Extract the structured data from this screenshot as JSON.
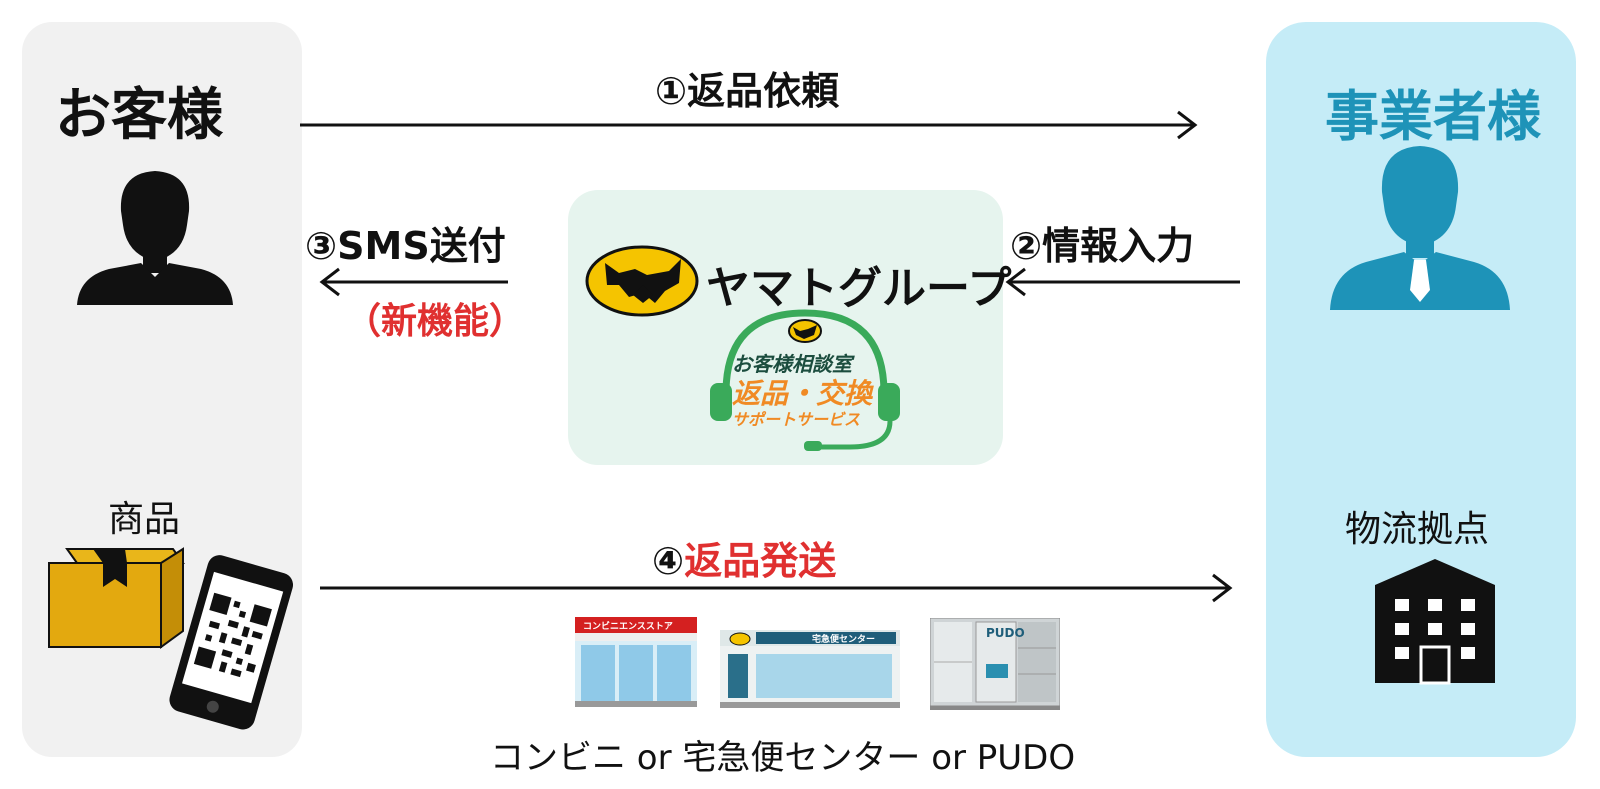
{
  "left": {
    "title": "お客様",
    "product_label": "商品"
  },
  "right": {
    "title": "事業者様",
    "hub_label": "物流拠点"
  },
  "steps": {
    "step1": "①返品依頼",
    "step2": "②情報入力",
    "step3": "③SMS送付",
    "step3_note": "（新機能）",
    "step4_num": "④",
    "step4_text": "返品発送"
  },
  "center": {
    "brand": "ヤマトグループ",
    "support_line1": "お客様相談室",
    "support_line2": "返品・交換",
    "support_line3": "サポートサービス"
  },
  "dropoff": {
    "caption": "コンビニ or 宅急便センター or PUDO",
    "store1_sign": "コンビニエンスストア",
    "store2_sign": "宅急便センター",
    "store3_sign": "PUDO"
  },
  "colors": {
    "business_accent": "#1e93b8",
    "new_feature": "#e03030",
    "support_green": "#3aaa5a",
    "support_orange": "#f08a24"
  }
}
